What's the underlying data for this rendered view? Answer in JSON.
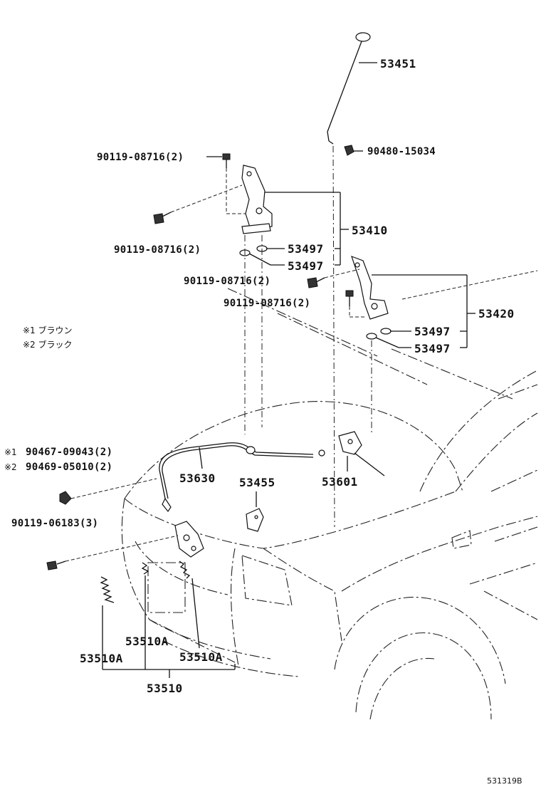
{
  "labels": {
    "p53451": "53451",
    "p90480": "90480-15034",
    "p90119_top": "90119-08716(2)",
    "p53410": "53410",
    "p90119_left": "90119-08716(2)",
    "p53497_a": "53497",
    "p53497_b": "53497",
    "p90119_mid1": "90119-08716(2)",
    "p90119_mid2": "90119-08716(2)",
    "p53420": "53420",
    "p53497_c": "53497",
    "p53497_d": "53497",
    "p90467": "90467-09043(2)",
    "p90469": "90469-05010(2)",
    "p53630": "53630",
    "p53455": "53455",
    "p53601": "53601",
    "p90119_06183": "90119-06183(3)",
    "p53510A_1": "53510A",
    "p53510A_2": "53510A",
    "p53510A_3": "53510A",
    "p53510": "53510"
  },
  "notes": {
    "note1": "※1 ブラウン",
    "note2": "※2 ブラック",
    "mark1": "※1",
    "mark2": "※2"
  },
  "ref": "531319B"
}
